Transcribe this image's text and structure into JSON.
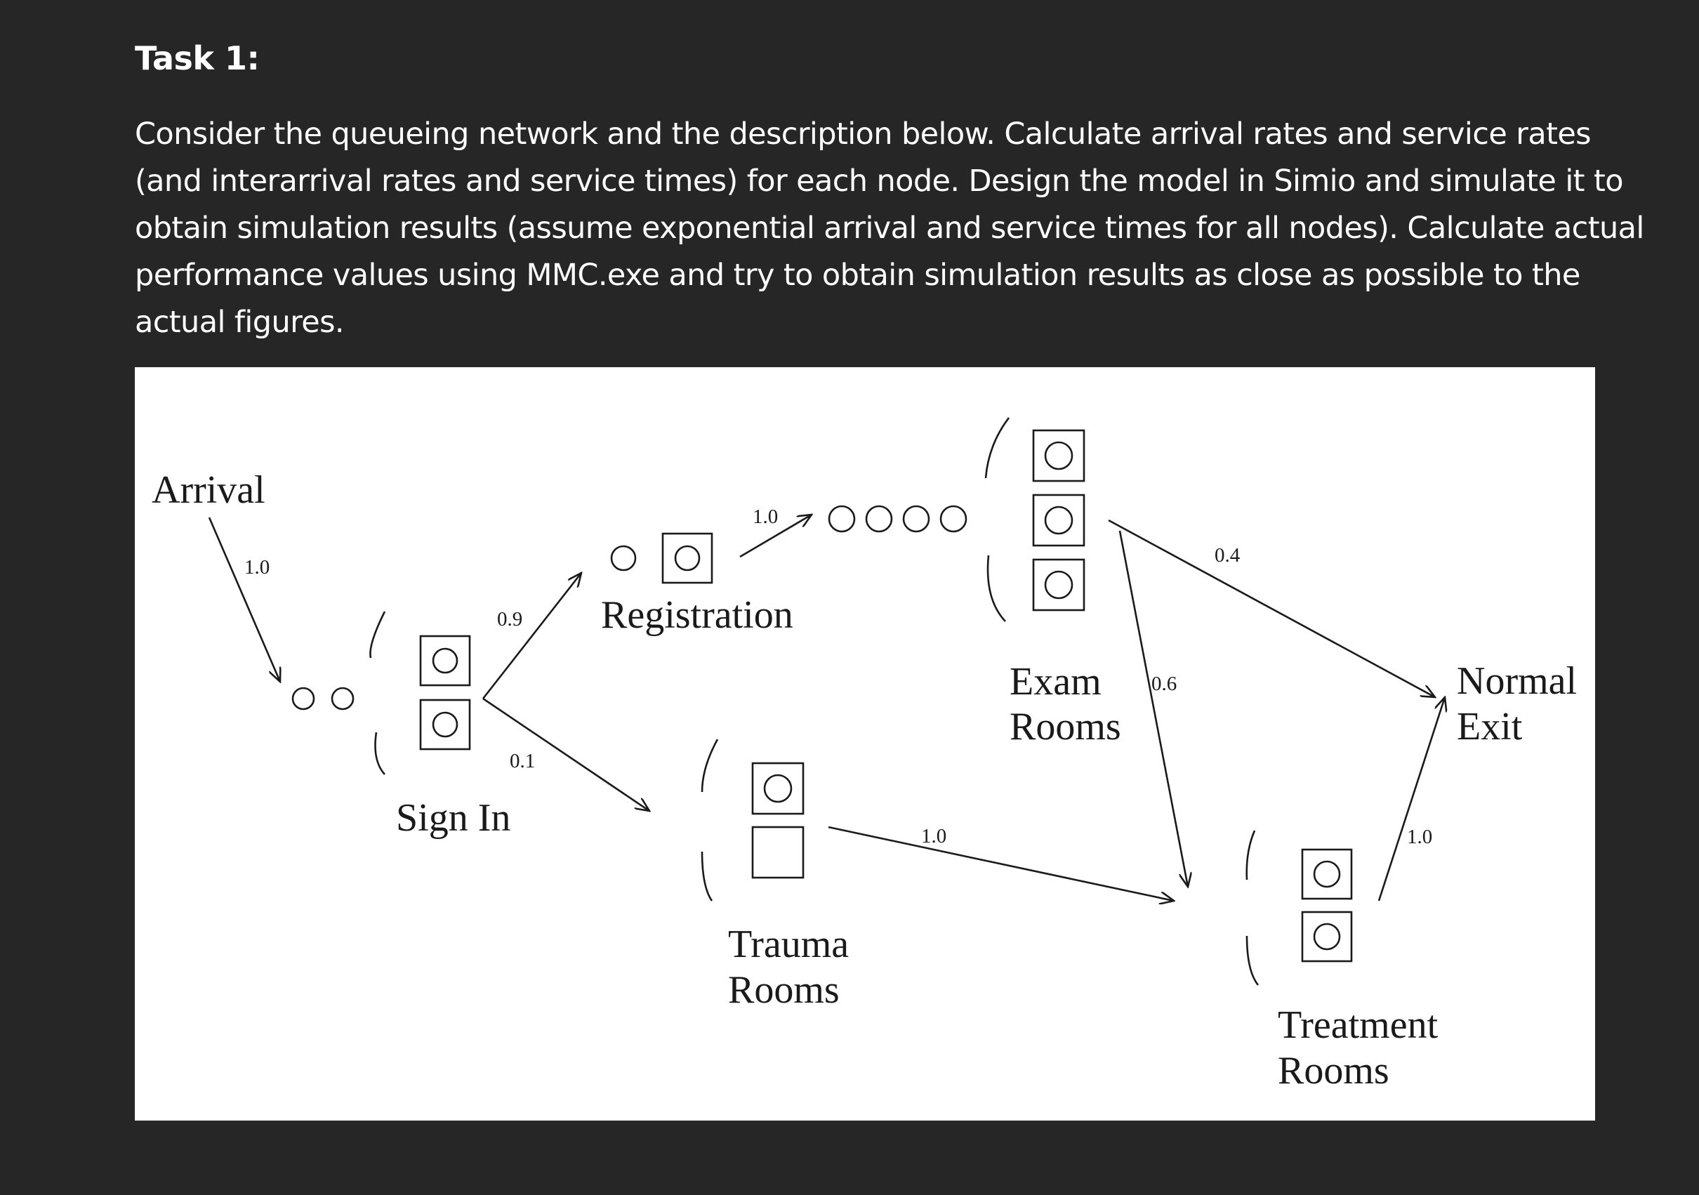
{
  "task": {
    "heading": "Task 1:",
    "description": "Consider the queueing network and the description below. Calculate arrival rates and service rates (and interarrival rates and service times) for each node. Design the model in Simio and simulate it to obtain simulation results (assume exponential arrival and service times for all nodes). Calculate actual performance values using MMC.exe and try to obtain simulation results as close as possible to the actual figures."
  },
  "diagram": {
    "nodes": {
      "arrival": "Arrival",
      "sign_in": "Sign In",
      "registration": "Registration",
      "exam_line1": "Exam",
      "exam_line2": "Rooms",
      "trauma_line1": "Trauma",
      "trauma_line2": "Rooms",
      "treatment_line1": "Treatment",
      "treatment_line2": "Rooms",
      "exit_line1": "Normal",
      "exit_line2": "Exit"
    },
    "probabilities": {
      "arrival_to_signin": "1.0",
      "signin_to_registration": "0.9",
      "signin_to_trauma": "0.1",
      "registration_to_exam": "1.0",
      "exam_to_exit": "0.4",
      "exam_to_treatment": "0.6",
      "trauma_to_treatment": "1.0",
      "treatment_to_exit": "1.0"
    }
  }
}
